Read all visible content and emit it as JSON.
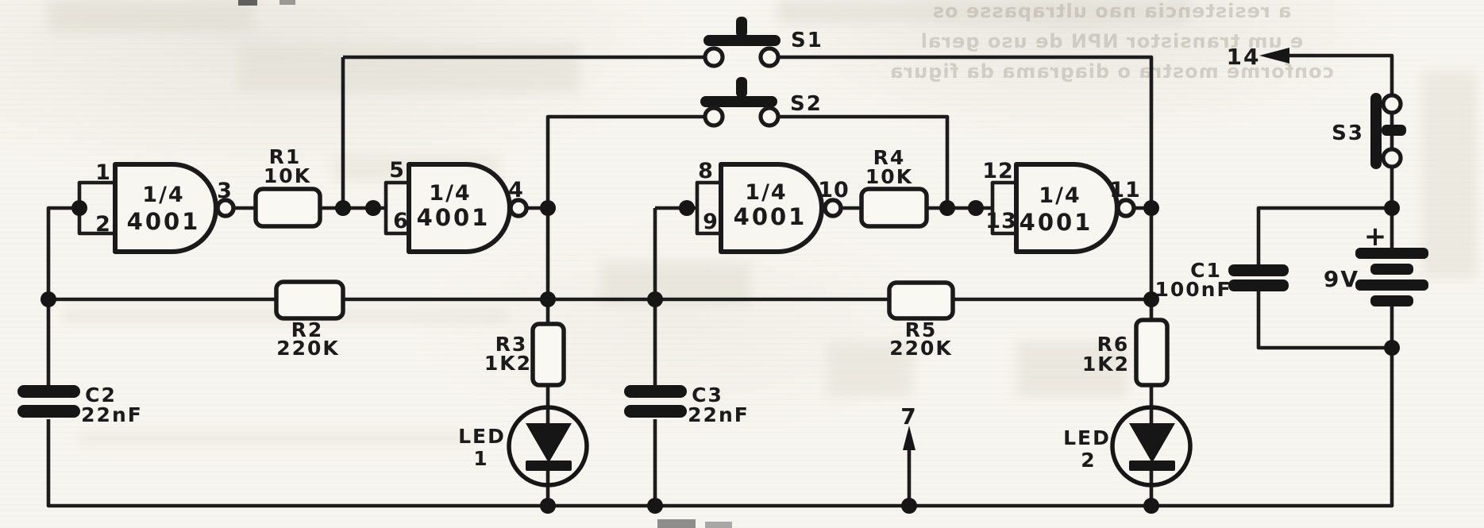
{
  "schematic": {
    "gates": [
      {
        "fraction": "1/4",
        "part": "4001",
        "pins": {
          "a": "1",
          "b": "2",
          "out": "3"
        }
      },
      {
        "fraction": "1/4",
        "part": "4001",
        "pins": {
          "a": "5",
          "b": "6",
          "out": "4"
        }
      },
      {
        "fraction": "1/4",
        "part": "4001",
        "pins": {
          "a": "8",
          "b": "9",
          "out": "10"
        }
      },
      {
        "fraction": "1/4",
        "part": "4001",
        "pins": {
          "a": "12",
          "b": "13",
          "out": "11"
        }
      }
    ],
    "resistors": [
      {
        "ref": "R1",
        "value": "10K"
      },
      {
        "ref": "R2",
        "value": "220K"
      },
      {
        "ref": "R3",
        "value": "1K2"
      },
      {
        "ref": "R4",
        "value": "10K"
      },
      {
        "ref": "R5",
        "value": "220K"
      },
      {
        "ref": "R6",
        "value": "1K2"
      }
    ],
    "capacitors": [
      {
        "ref": "C1",
        "value": "100nF"
      },
      {
        "ref": "C2",
        "value": "22nF"
      },
      {
        "ref": "C3",
        "value": "22nF"
      }
    ],
    "switches": [
      {
        "ref": "S1"
      },
      {
        "ref": "S2"
      },
      {
        "ref": "S3"
      }
    ],
    "leds": [
      {
        "label": "LED",
        "num": "1"
      },
      {
        "label": "LED",
        "num": "2"
      }
    ],
    "battery": {
      "voltage": "9V",
      "polarity": "+"
    },
    "supply_pins": {
      "positive": "14",
      "negative": "7"
    }
  },
  "bleed_through": {
    "lines": [
      "a resistencia nao ultrapasse os",
      "e um transistor NPN de uso geral",
      "conforme mostra o diagrama da figura"
    ]
  }
}
